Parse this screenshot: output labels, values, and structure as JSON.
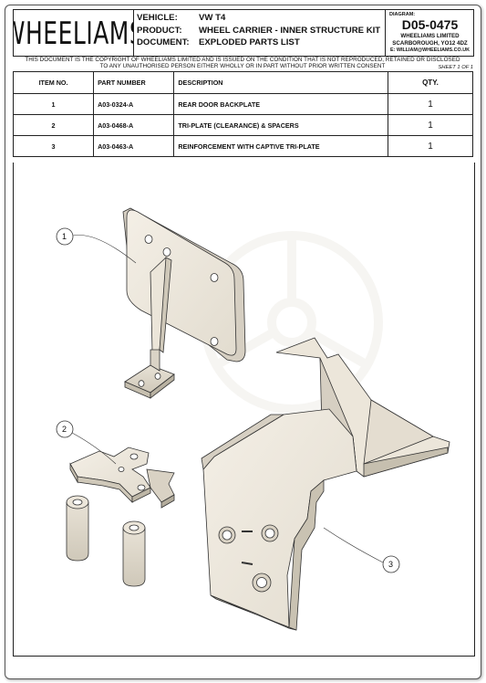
{
  "brand": {
    "logo_text": "WHEELIAMS"
  },
  "header": {
    "vehicle_label": "VEHICLE:",
    "vehicle_value": "VW T4",
    "product_label": "PRODUCT:",
    "product_value": "WHEEL CARRIER - INNER STRUCTURE KIT",
    "document_label": "DOCUMENT:",
    "document_value": "EXPLODED PARTS LIST"
  },
  "diagram": {
    "label": "DIAGRAM:",
    "number": "D05-0475",
    "company": "WHEELIAMS LIMITED",
    "address": "SCARBOROUGH, YO12 4DZ",
    "email": "E: WILLIAM@WHEELIAMS.CO.UK"
  },
  "copyright": {
    "line1": "THIS DOCUMENT IS THE COPYRIGHT OF WHEELIAMS LIMITED AND IS ISSUED ON THE CONDITION THAT IS NOT REPRODUCED, RETAINED OR DISCLOSED",
    "line2": "TO ANY UNAUTHORISED PERSON EITHER WHOLLY OR IN PART WITHOUT PRIOR WRITTEN CONSENT",
    "sheet": "SHEET 1 OF 1"
  },
  "table": {
    "headers": [
      "ITEM NO.",
      "PART NUMBER",
      "DESCRIPTION",
      "QTY."
    ],
    "rows": [
      {
        "item": "1",
        "part": "A03-0324-A",
        "desc": "REAR DOOR BACKPLATE",
        "qty": "1"
      },
      {
        "item": "2",
        "part": "A03-0468-A",
        "desc": "TRI-PLATE (CLEARANCE) & SPACERS",
        "qty": "1"
      },
      {
        "item": "3",
        "part": "A03-0463-A",
        "desc": "REINFORCEMENT WITH CAPTIVE TRI-PLATE",
        "qty": "1"
      }
    ]
  },
  "callouts": [
    "1",
    "2",
    "3"
  ]
}
